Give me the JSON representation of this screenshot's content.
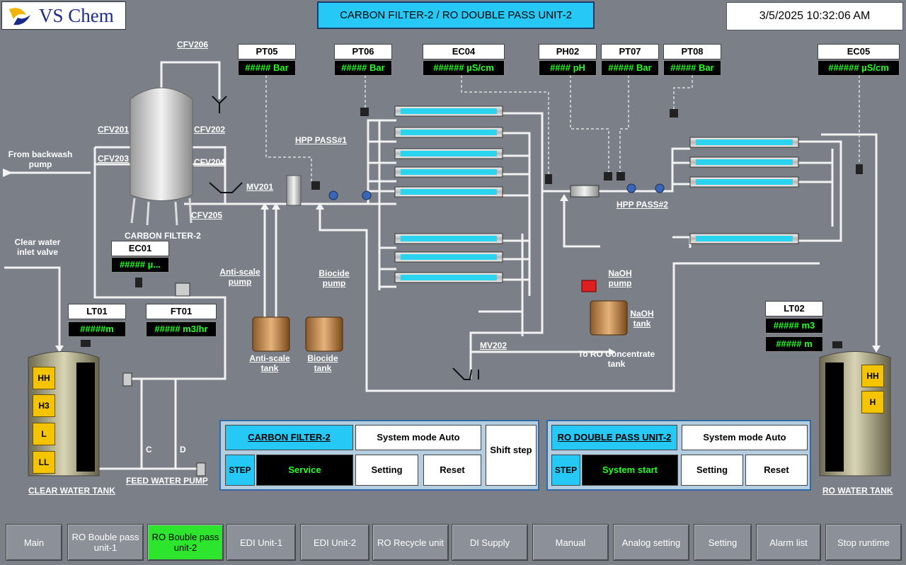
{
  "header": {
    "logo_text": "VS Chem",
    "title": "CARBON FILTER-2 / RO DOUBLE PASS UNIT-2",
    "datetime": "3/5/2025 10:32:06 AM"
  },
  "tags": {
    "pt05": {
      "name": "PT05",
      "value": "##### Bar"
    },
    "pt06": {
      "name": "PT06",
      "value": "##### Bar"
    },
    "ec04": {
      "name": "EC04",
      "value": "###### µS/cm"
    },
    "ph02": {
      "name": "PH02",
      "value": "#### pH"
    },
    "pt07": {
      "name": "PT07",
      "value": "##### Bar"
    },
    "pt08": {
      "name": "PT08",
      "value": "##### Bar"
    },
    "ec05": {
      "name": "EC05",
      "value": "###### µS/cm"
    },
    "ec01": {
      "name": "EC01",
      "value": "##### µ..."
    },
    "lt01": {
      "name": "LT01",
      "value": "#####m"
    },
    "ft01": {
      "name": "FT01",
      "value": "##### m3/hr"
    },
    "lt02": {
      "name": "LT02",
      "value": "##### m3",
      "value2": "##### m"
    }
  },
  "labels": {
    "cfv206": "CFV206",
    "cfv201": "CFV201",
    "cfv202": "CFV202",
    "cfv203": "CFV203",
    "cfv204": "CFV204",
    "cfv205": "CFV205",
    "from_backwash": "From backwash pump",
    "mv201": "MV201",
    "carbon_filter": "CARBON FILTER-2",
    "hpp_pass1": "HPP PASS#1",
    "hpp_pass2": "HPP PASS#2",
    "clear_water_inlet": "Clear water inlet valve",
    "antiscale_pump": "Anti-scale pump",
    "biocide_pump": "Biocide pump",
    "antiscale_tank": "Anti-scale tank",
    "biocide_tank": "Biocide tank",
    "naoh_pump": "NaOH pump",
    "naoh_tank": "NaOH tank",
    "mv202": "MV202",
    "to_ro": "To RO Concentrate tank",
    "clear_water_tank": "CLEAR WATER TANK",
    "feed_water_pump": "FEED WATER PUMP",
    "ro_water_tank": "RO WATER TANK",
    "c": "C",
    "d": "D"
  },
  "levels": {
    "clear": [
      "HH",
      "H3",
      "L",
      "LL"
    ],
    "ro": [
      "HH",
      "H"
    ]
  },
  "cf_panel": {
    "name": "CARBON FILTER-2",
    "mode": "System mode Auto",
    "step_label": "STEP",
    "step_value": "Service",
    "setting": "Setting",
    "reset": "Reset",
    "shift": "Shift step"
  },
  "ro_panel": {
    "name": "RO DOUBLE PASS UNIT-2",
    "mode": "System mode Auto",
    "step_label": "STEP",
    "step_value": "System start",
    "setting": "Setting",
    "reset": "Reset"
  },
  "nav": [
    {
      "label": "Main",
      "active": false
    },
    {
      "label": "RO Bouble pass unit-1",
      "active": false
    },
    {
      "label": "RO Bouble pass unit-2",
      "active": true
    },
    {
      "label": "EDI Unit-1",
      "active": false
    },
    {
      "label": "EDI Unit-2",
      "active": false
    },
    {
      "label": "RO Recycle unit",
      "active": false
    },
    {
      "label": "DI Supply",
      "active": false
    },
    {
      "label": "Manual",
      "active": false
    },
    {
      "label": "Analog setting",
      "active": false
    },
    {
      "label": "Setting",
      "active": false
    },
    {
      "label": "Alarm list",
      "active": false
    },
    {
      "label": "Stop runtime",
      "active": false
    }
  ],
  "colors": {
    "background": "#7b7f87",
    "accent": "#26c8f5",
    "active_nav": "#2ee52e",
    "value_text": "#22ff22",
    "level_indicator": "#f5c400"
  }
}
